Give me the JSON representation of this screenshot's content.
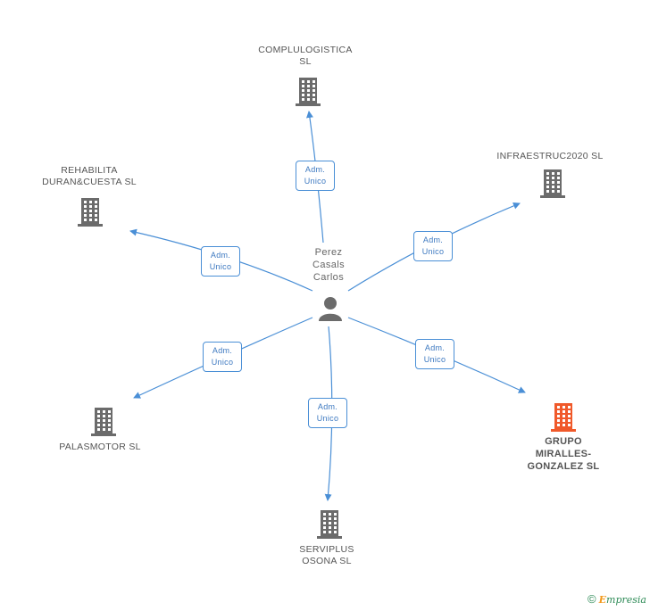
{
  "center": {
    "name_lines": [
      "Perez",
      "Casals",
      "Carlos"
    ],
    "icon": "person-icon"
  },
  "companies": [
    {
      "id": "complulogistica",
      "lines": [
        "COMPLULOGISTICA",
        "SL"
      ],
      "highlight": false,
      "role_lines": [
        "Adm.",
        "Unico"
      ]
    },
    {
      "id": "infraestruc2020",
      "lines": [
        "INFRAESTRUC2020 SL"
      ],
      "highlight": false,
      "role_lines": [
        "Adm.",
        "Unico"
      ]
    },
    {
      "id": "rehabilita",
      "lines": [
        "REHABILITA",
        "DURAN&CUESTA SL"
      ],
      "highlight": false,
      "role_lines": [
        "Adm.",
        "Unico"
      ]
    },
    {
      "id": "palasmotor",
      "lines": [
        "PALASMOTOR SL"
      ],
      "highlight": false,
      "role_lines": [
        "Adm.",
        "Unico"
      ]
    },
    {
      "id": "serviplus",
      "lines": [
        "SERVIPLUS",
        "OSONA SL"
      ],
      "highlight": false,
      "role_lines": [
        "Adm.",
        "Unico"
      ]
    },
    {
      "id": "grupo-miralles",
      "lines": [
        "GRUPO",
        "MIRALLES-",
        "GONZALEZ SL"
      ],
      "highlight": true,
      "role_lines": [
        "Adm.",
        "Unico"
      ]
    }
  ],
  "colors": {
    "edge": "#4a8fd6",
    "building": "#6b6b6b",
    "building_highlight": "#f0592a",
    "person": "#6b6b6b"
  },
  "footer": {
    "copyright_symbol": "©",
    "brand_initial": "E",
    "brand_rest": "mpresia"
  }
}
